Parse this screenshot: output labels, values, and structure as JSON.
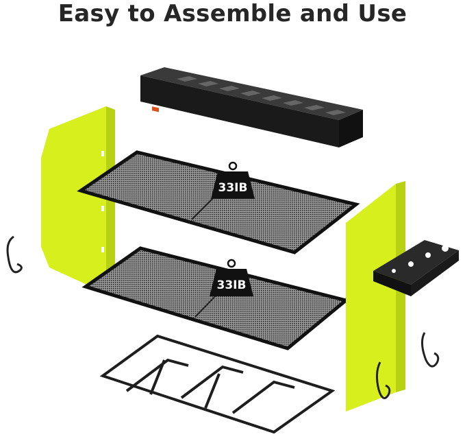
{
  "title": "Easy to Assemble and Use",
  "shelves": [
    {
      "weight_label": "33IB"
    },
    {
      "weight_label": "33IB"
    }
  ],
  "colors": {
    "panel": "#d7f01d",
    "metal": "#1e1e1e",
    "title": "#262626"
  },
  "power_strip": {
    "outlets": 8,
    "switch_color": "#d9531e"
  }
}
